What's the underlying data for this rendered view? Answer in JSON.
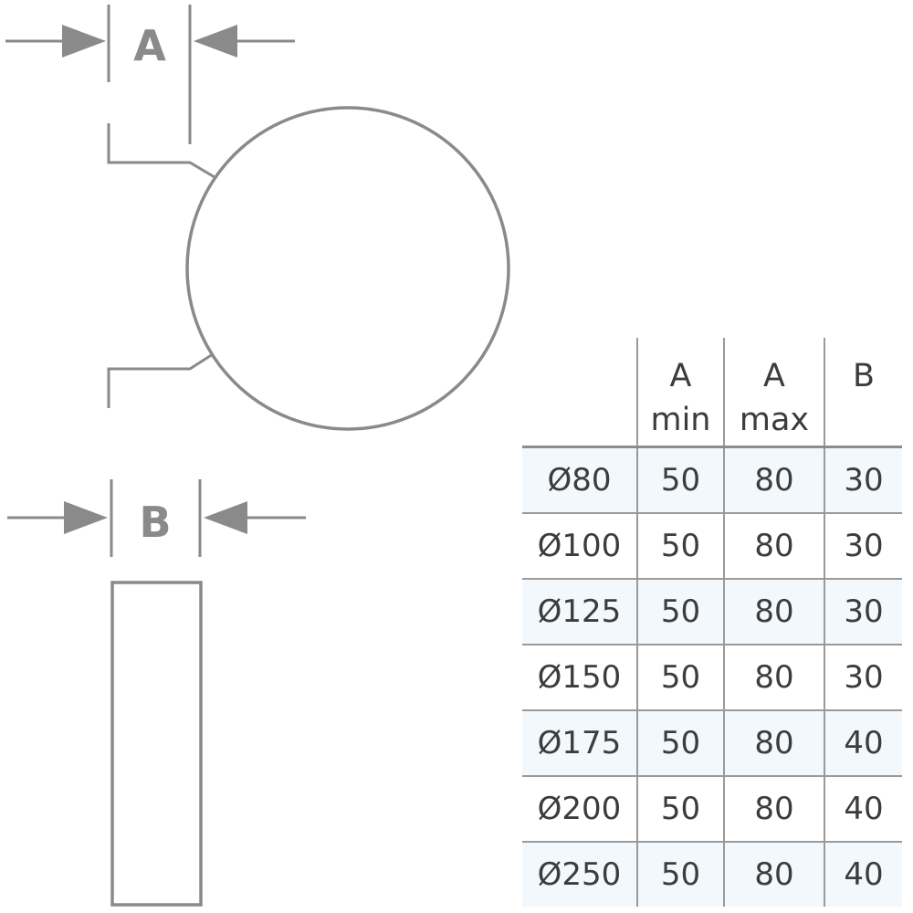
{
  "dimensions": {
    "label_a": "A",
    "label_b": "B"
  },
  "table": {
    "headers": [
      {
        "line1": "",
        "line2": ""
      },
      {
        "line1": "A",
        "line2": "min"
      },
      {
        "line1": "A",
        "line2": "max"
      },
      {
        "line1": "B",
        "line2": ""
      }
    ],
    "rows": [
      {
        "diameter": "Ø80",
        "a_min": "50",
        "a_max": "80",
        "b": "30"
      },
      {
        "diameter": "Ø100",
        "a_min": "50",
        "a_max": "80",
        "b": "30"
      },
      {
        "diameter": "Ø125",
        "a_min": "50",
        "a_max": "80",
        "b": "30"
      },
      {
        "diameter": "Ø150",
        "a_min": "50",
        "a_max": "80",
        "b": "30"
      },
      {
        "diameter": "Ø175",
        "a_min": "50",
        "a_max": "80",
        "b": "40"
      },
      {
        "diameter": "Ø200",
        "a_min": "50",
        "a_max": "80",
        "b": "40"
      },
      {
        "diameter": "Ø250",
        "a_min": "50",
        "a_max": "80",
        "b": "40"
      }
    ]
  },
  "colors": {
    "line": "#8a8a8a",
    "text": "#3c3c3c",
    "row_shade": "#f2f8fc"
  }
}
